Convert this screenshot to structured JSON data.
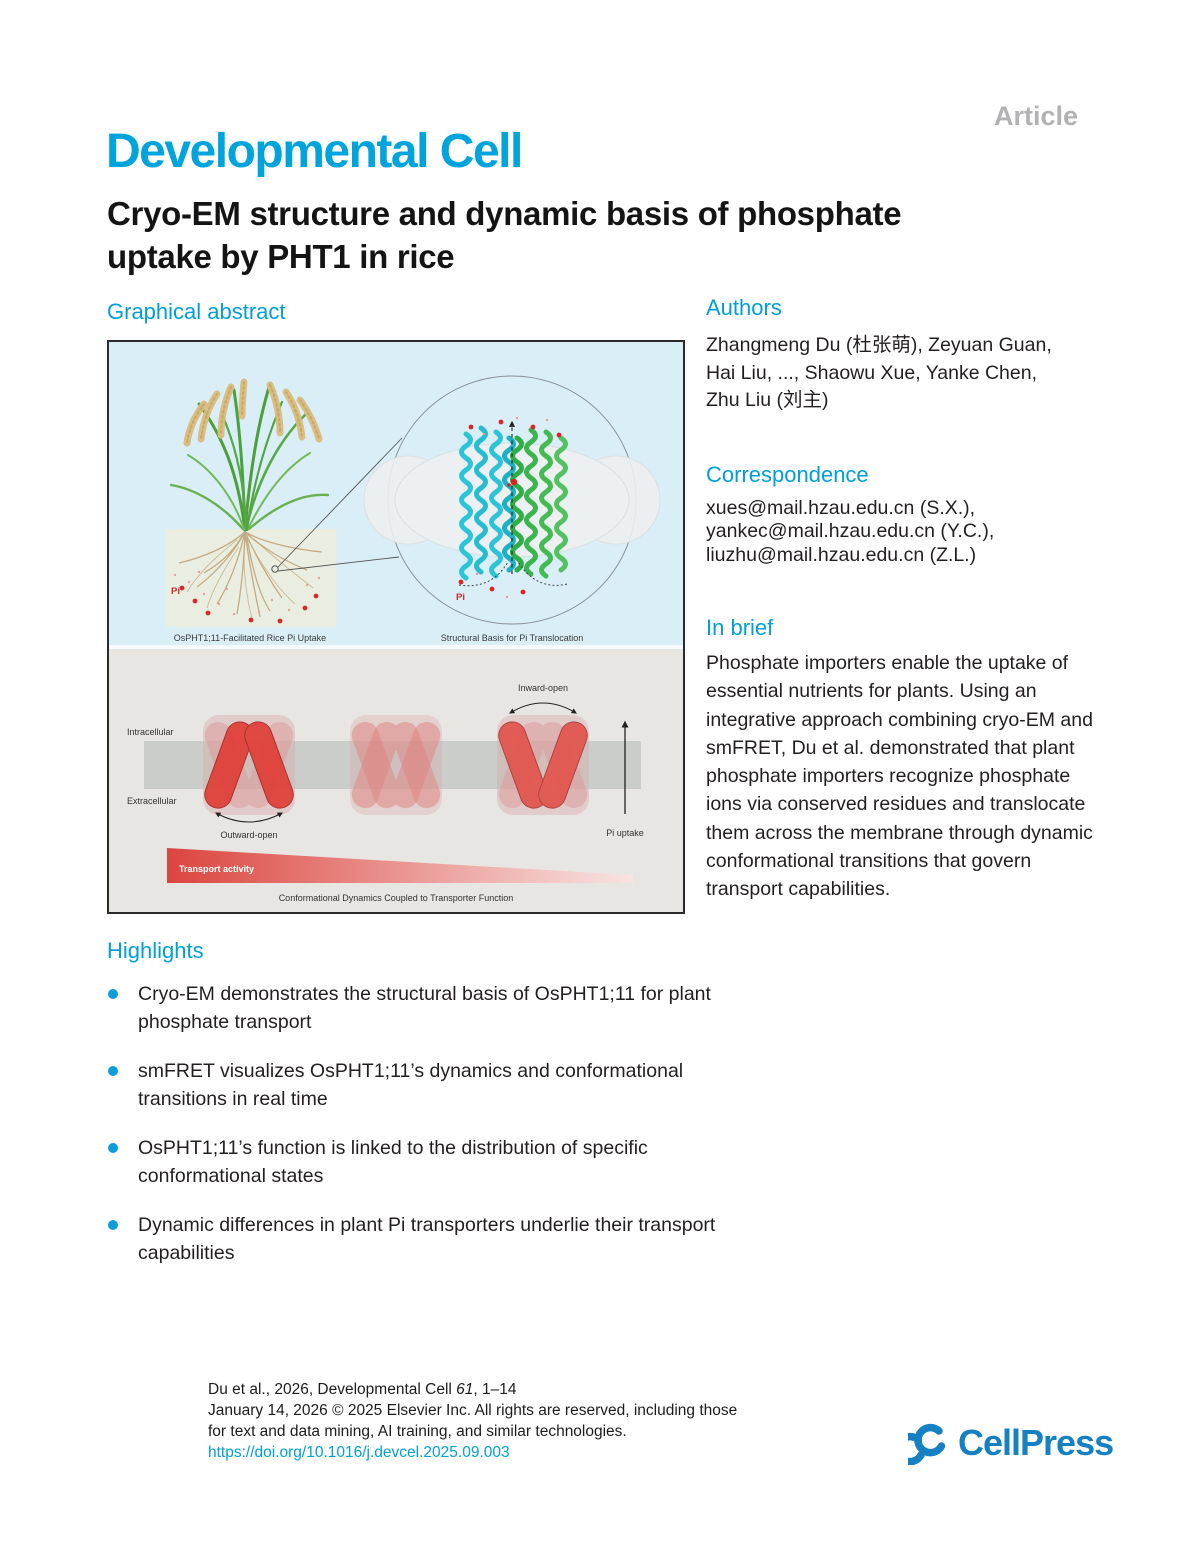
{
  "header": {
    "article_label": "Article",
    "journal": "Developmental Cell"
  },
  "title": {
    "full": "Cryo-EM structure and dynamic basis of phosphate uptake by PHT1 in rice",
    "lines": [
      "Cryo-EM structure and dynamic basis of phosphate",
      "uptake by PHT1 in rice"
    ]
  },
  "graphical_abstract": {
    "heading": "Graphical abstract",
    "panel_top": {
      "label_left": "OsPHT1;11-Facilitated Rice Pi Uptake",
      "label_right": "Structural Basis for Pi Translocation",
      "pi_soil_label": "Pi",
      "pi_circle_label": "Pi"
    },
    "panel_bottom": {
      "intracellular": "Intracellular",
      "extracellular": "Extracellular",
      "outward_open": "Outward-open",
      "inward_open": "Inward-open",
      "pi_uptake": "Pi uptake",
      "transport_activity": "Transport activity",
      "caption": "Conformational Dynamics Coupled to Transporter Function"
    }
  },
  "authors": {
    "heading": "Authors",
    "lines": [
      "Zhangmeng Du (杜张萌), Zeyuan Guan,",
      "Hai Liu, ..., Shaowu Xue, Yanke Chen,",
      "Zhu Liu (刘主)"
    ]
  },
  "correspondence": {
    "heading": "Correspondence",
    "lines": [
      "xues@mail.hzau.edu.cn (S.X.),",
      "yankec@mail.hzau.edu.cn (Y.C.),",
      "liuzhu@mail.hzau.edu.cn (Z.L.)"
    ]
  },
  "in_brief": {
    "heading": "In brief",
    "text": "Phosphate importers enable the uptake of essential nutrients for plants. Using an integrative approach combining cryo-EM and smFRET, Du et al. demonstrated that plant phosphate importers recognize phosphate ions via conserved residues and translocate them across the membrane through dynamic conformational transitions that govern transport capabilities."
  },
  "highlights": {
    "heading": "Highlights",
    "items": [
      "Cryo-EM demonstrates the structural basis of OsPHT1;11 for plant phosphate transport",
      "smFRET visualizes OsPHT1;11’s dynamics and conformational transitions in real time",
      "OsPHT1;11’s function is linked to the distribution of specific conformational states",
      "Dynamic differences in plant Pi transporters underlie their transport capabilities"
    ]
  },
  "footer": {
    "citation_prefix": "Du et al., 2026, Developmental Cell ",
    "citation_volume": "61",
    "citation_suffix": ", 1–14",
    "line2": "January 14, 2026 © 2025 Elsevier Inc. All rights are reserved, including those",
    "line3": "for text and data mining, AI training, and similar technologies.",
    "doi": "https://doi.org/10.1016/j.devcel.2025.09.003",
    "publisher": "CellPress"
  },
  "colors": {
    "brand_blue": "#009fda",
    "journal_logo_blue": "#00a4dd",
    "cellpress_logo_blue": "#1580c2",
    "article_label_gray": "#b2b2b4",
    "abstract_top_bg": "#daeef7",
    "abstract_bottom_bg": "#e8e6e3",
    "membrane_gray": "#cacdc9",
    "transporter_red": "#e0413b",
    "helix_cyan": "#2cc5d8",
    "helix_green": "#3bb54d",
    "pi_dot_red": "#d42a2a"
  }
}
